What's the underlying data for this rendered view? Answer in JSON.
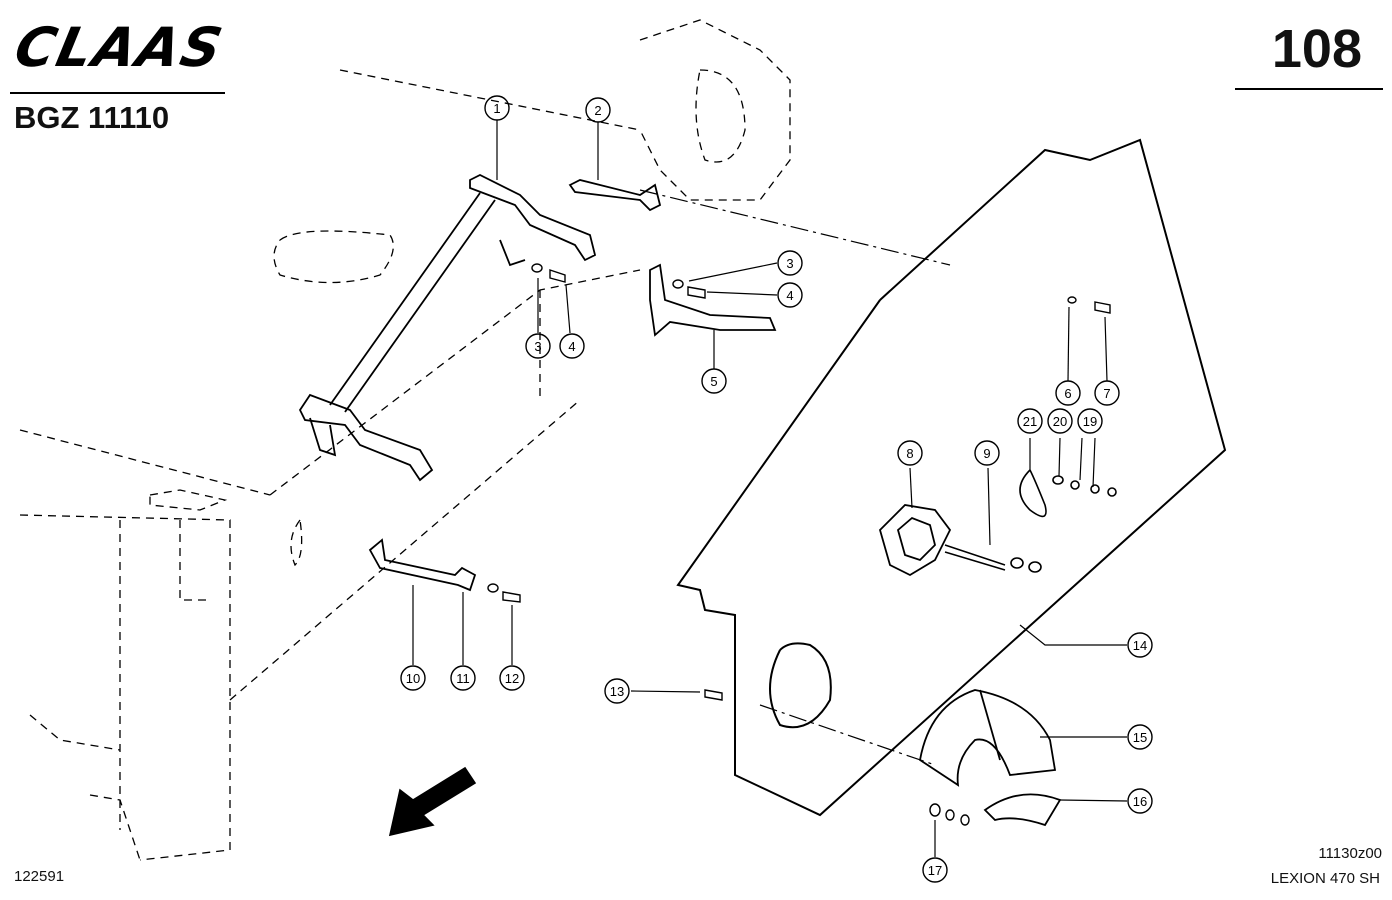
{
  "header": {
    "brand": "CLAAS",
    "group_code": "BGZ 11110",
    "page_number": "108"
  },
  "footer": {
    "document_number": "122591",
    "figure_reference": "11130z00",
    "model": "LEXION 470 SH"
  },
  "callouts": [
    "1",
    "2",
    "3",
    "4",
    "3",
    "4",
    "5",
    "6",
    "7",
    "8",
    "9",
    "10",
    "11",
    "12",
    "13",
    "14",
    "15",
    "16",
    "17",
    "19",
    "20",
    "21"
  ]
}
